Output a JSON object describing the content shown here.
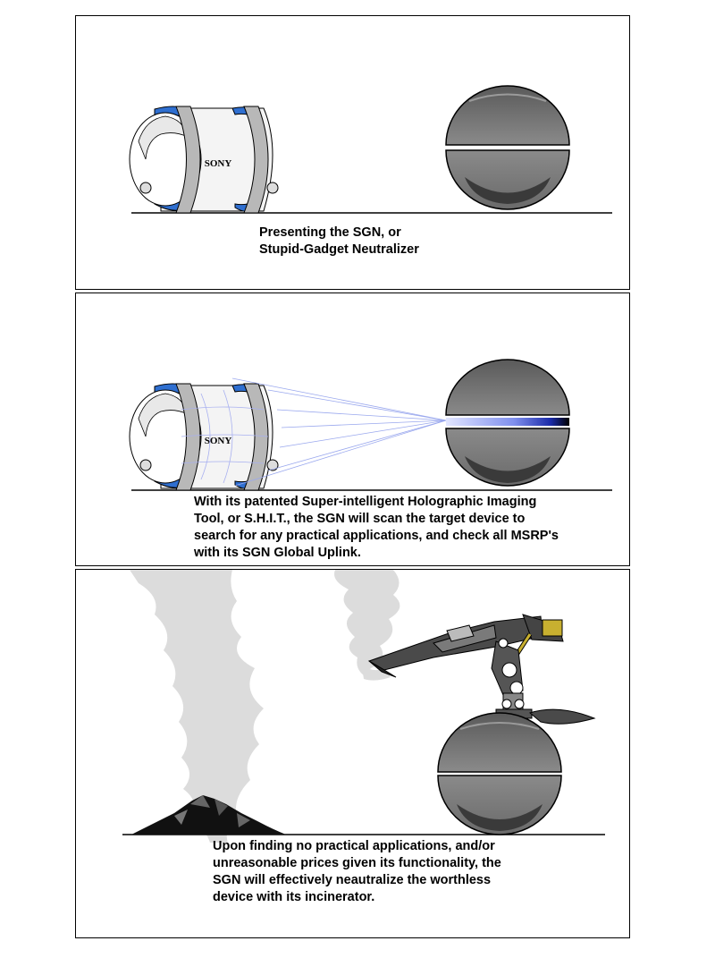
{
  "panels": [
    {
      "logo": "SONY",
      "caption": [
        "Presenting the SGN, or",
        "Stupid-Gadget Neutralizer"
      ]
    },
    {
      "logo": "SONY",
      "caption": [
        "With its patented Super-intelligent Holographic Imaging",
        "Tool, or S.H.I.T., the SGN will scan the target device to",
        "search for any practical applications, and check all MSRP's",
        "with its SGN Global Uplink."
      ]
    },
    {
      "caption": [
        "Upon finding no practical applications, and/or",
        "unreasonable prices given its functionality, the",
        "SGN will effectively neautralize the worthless",
        "device with its incinerator."
      ]
    }
  ],
  "colors": {
    "device_blue": "#2f6fd0",
    "band_gray": "#b8b8b8",
    "sphere_gray": "#7a7a7a",
    "smoke": "#dcdcdc",
    "scan_beam": "#9aa8ee"
  },
  "icons": [
    "sony-gadget-icon",
    "sgn-sphere-icon",
    "incinerator-arm-icon",
    "burnt-pile-icon",
    "smoke-icon"
  ]
}
